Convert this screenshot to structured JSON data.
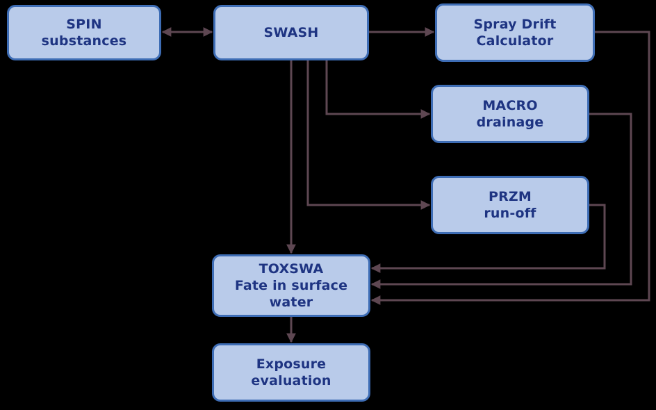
{
  "colors": {
    "background": "#000000",
    "node-fill": "#b9cbea",
    "node-border": "#3e6db5",
    "node-text": "#1e3482",
    "arrow": "#5e4752"
  },
  "nodes": {
    "spin": {
      "label": "SPIN\nsubstances"
    },
    "swash": {
      "label": "SWASH"
    },
    "spray_drift": {
      "label": "Spray Drift\nCalculator"
    },
    "macro": {
      "label": "MACRO\ndrainage"
    },
    "przm": {
      "label": "PRZM\nrun-off"
    },
    "toxswa": {
      "label": "TOXSWA\nFate in surface\nwater"
    },
    "exposure": {
      "label": "Exposure\nevaluation"
    }
  },
  "edges": [
    {
      "from": "spin",
      "to": "swash",
      "direction": "both"
    },
    {
      "from": "swash",
      "to": "spray_drift",
      "direction": "forward"
    },
    {
      "from": "swash",
      "to": "macro",
      "direction": "forward"
    },
    {
      "from": "swash",
      "to": "przm",
      "direction": "forward"
    },
    {
      "from": "swash",
      "to": "toxswa",
      "direction": "forward"
    },
    {
      "from": "przm",
      "to": "toxswa",
      "direction": "forward"
    },
    {
      "from": "macro",
      "to": "toxswa",
      "direction": "forward"
    },
    {
      "from": "spray_drift",
      "to": "toxswa",
      "direction": "forward"
    },
    {
      "from": "toxswa",
      "to": "exposure",
      "direction": "forward"
    }
  ]
}
